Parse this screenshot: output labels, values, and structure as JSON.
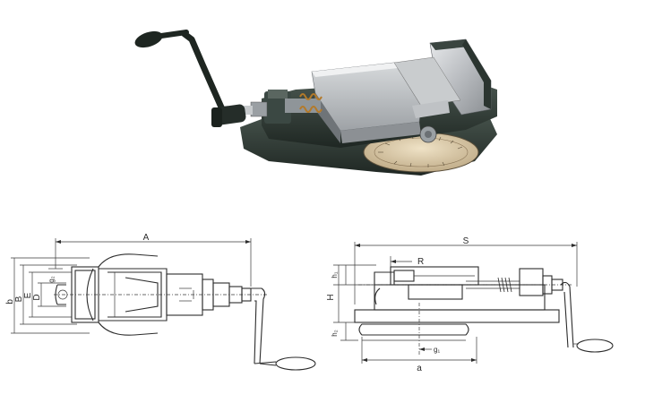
{
  "colors": {
    "background": "#ffffff",
    "body_dark": "#2f3a35",
    "steel": "#b9bcc0",
    "steel_light": "#d9dcde",
    "handle": "#1e2621",
    "scale": "#d8c7a8",
    "line": "#2c2c2c",
    "marker_red": "#c84a3a"
  },
  "icons": {
    "photo": "machine-vise-photo",
    "top_view": "vise-top-view-drawing",
    "side_view": "vise-side-view-drawing"
  },
  "top_view": {
    "dim_A": "A",
    "dim_b": "b",
    "dim_B": "B",
    "dim_E": "E",
    "dim_D": "D",
    "dim_g2": "g₂"
  },
  "side_view": {
    "dim_S": "S",
    "dim_R": "R",
    "dim_h1": "h₁",
    "dim_H": "H",
    "dim_h2": "h₂",
    "dim_g1": "g₁",
    "dim_a": "a"
  }
}
